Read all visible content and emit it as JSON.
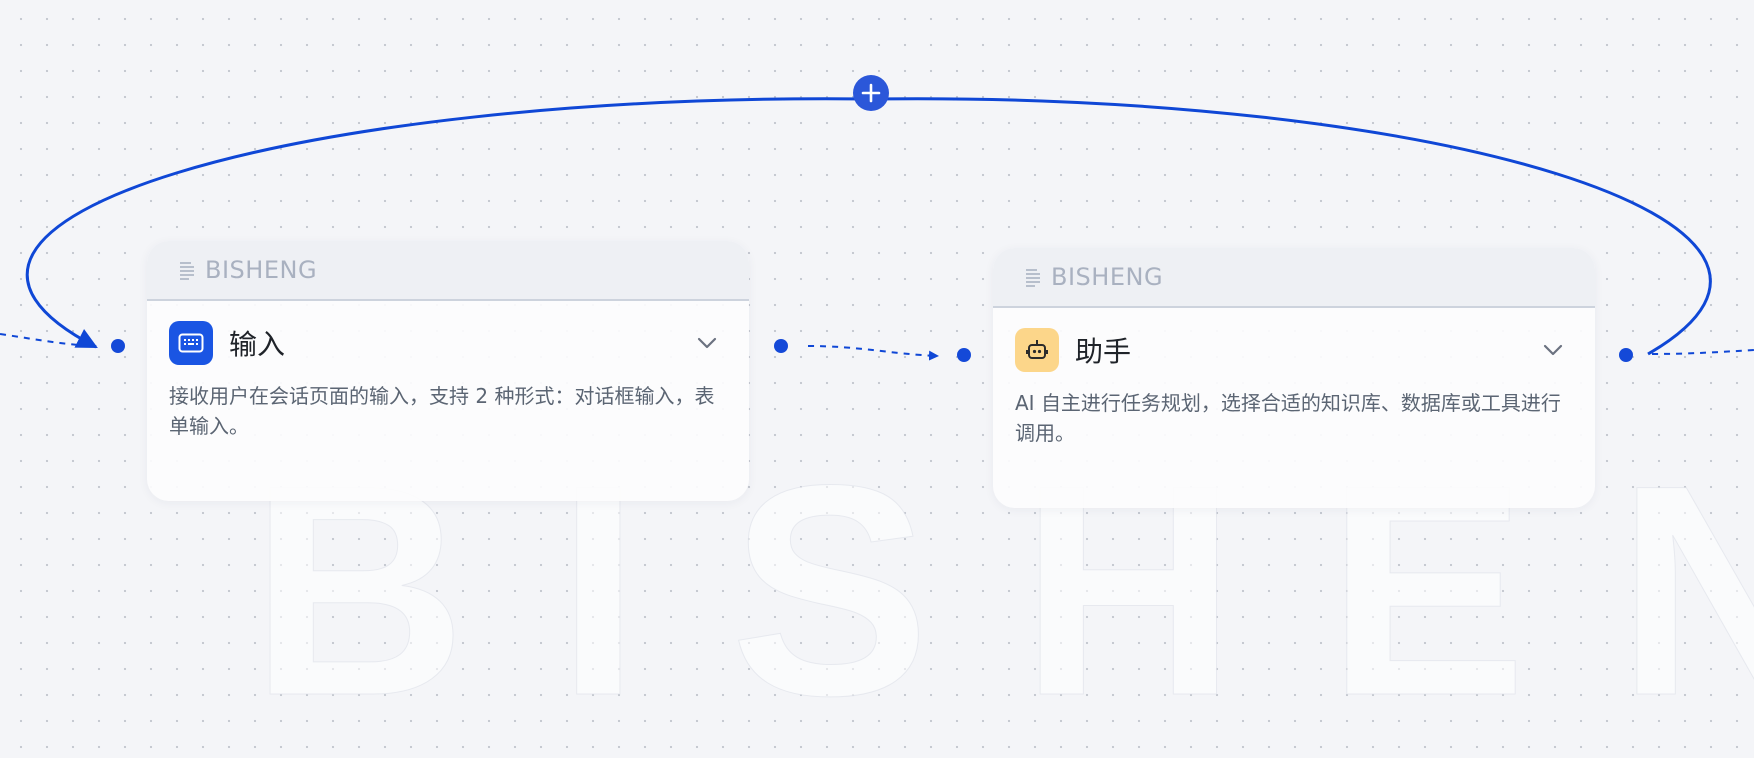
{
  "watermark": "BISHENG",
  "colors": {
    "edge": "#0f47d6",
    "input_icon_bg": "#1a55e3",
    "assistant_icon_bg": "#fcd68a",
    "handle": "#1449d8"
  },
  "nodes": [
    {
      "brand": "BISHENG",
      "icon": "keyboard-icon",
      "title": "输入",
      "description": "接收用户在会话页面的输入，支持 2 种形式：对话框输入，表单输入。"
    },
    {
      "brand": "BISHENG",
      "icon": "robot-icon",
      "title": "助手",
      "description": "AI 自主进行任务规划，选择合适的知识库、数据库或工具进行调用。"
    }
  ],
  "add_button": {
    "icon": "plus-icon"
  }
}
